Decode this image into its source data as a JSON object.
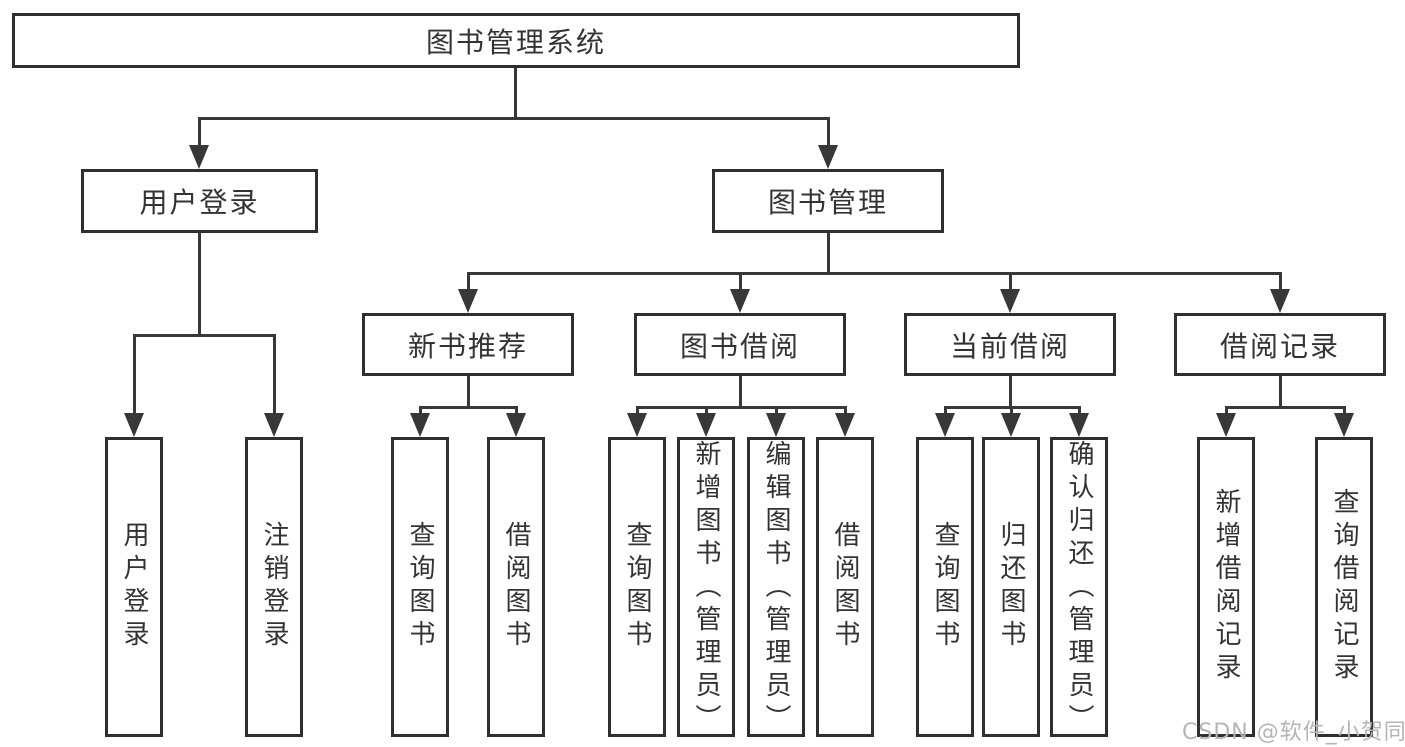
{
  "tree": {
    "label": "图书管理系统",
    "children": [
      {
        "label": "用户登录",
        "children": [
          {
            "label": "用户登录"
          },
          {
            "label": "注销登录"
          }
        ]
      },
      {
        "label": "图书管理",
        "children": [
          {
            "label": "新书推荐",
            "children": [
              {
                "label": "查询图书"
              },
              {
                "label": "借阅图书"
              }
            ]
          },
          {
            "label": "图书借阅",
            "children": [
              {
                "label": "查询图书"
              },
              {
                "label": "新增图书（管理员）"
              },
              {
                "label": "编辑图书（管理员）"
              },
              {
                "label": "借阅图书"
              }
            ]
          },
          {
            "label": "当前借阅",
            "children": [
              {
                "label": "查询图书"
              },
              {
                "label": "归还图书"
              },
              {
                "label": "确认归还（管理员）"
              }
            ]
          },
          {
            "label": "借阅记录",
            "children": [
              {
                "label": "新增借阅记录"
              },
              {
                "label": "查询借阅记录"
              }
            ]
          }
        ]
      }
    ]
  },
  "watermark": {
    "text": "CSDN @软件_小贺同学"
  },
  "colors": {
    "bg": "#ffffff",
    "line": "#383838",
    "border": "#2f2f2f",
    "text": "#333333",
    "watermark": "#b5b5b5"
  }
}
